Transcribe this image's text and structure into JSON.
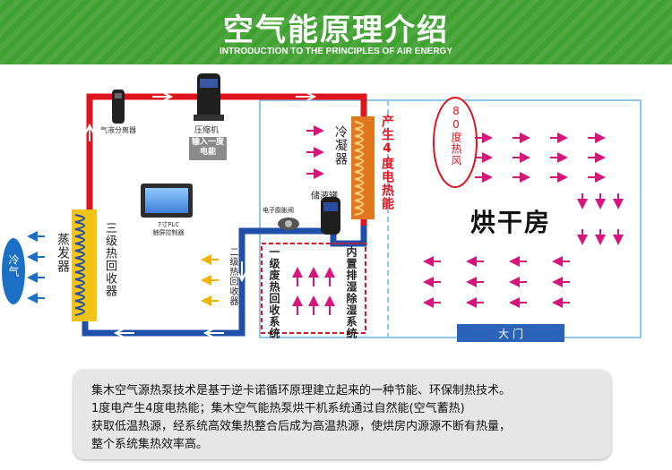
{
  "header": {
    "title": "空气能原理介绍",
    "subtitle": "INTRODUCTION TO THE PRINCIPLES OF AIR ENERGY"
  },
  "labels": {
    "separator": "气液分离器",
    "compressor": "压缩机",
    "input_energy": "输入一度电能",
    "plc": "7寸PLC\n触屏控制器",
    "condenser": "冷凝器",
    "produce_heat": "产生4度电热能",
    "reservoir": "储液罐",
    "expansion_valve": "电子膨胀阀",
    "evaporator": "蒸发器",
    "tertiary": "三级热回收器",
    "secondary": "二级热回收器",
    "cold_air": "冷气",
    "primary": "一级废热回收系统",
    "dehumid": "内置排湿除湿系统",
    "hot_air": "80度热风",
    "drying_room": "烘干房",
    "door": "大 门"
  },
  "description": {
    "lines": [
      "集木空气源热泵技术是基于逆卡诺循环原理建立起来的一种节能、环保制热技术。",
      "1度电产生4度电热能；集木空气能热泵烘干机系统通过自然能(空气蓄热)",
      "获取低温热源，经系统高效集热整合后成为高温热源，使烘房内源源不断有热量，",
      "整个系统集热效率高。"
    ]
  },
  "colors": {
    "green": "#3fa12f",
    "hot_pipe": "#e0141e",
    "cold_pipe": "#1f4fa8",
    "coil": "#e07820",
    "coil_gold": "#f2c418",
    "arrow_pink": "#d6167d",
    "arrow_yellow": "#f0b400",
    "arrow_blue": "#1b6fc4",
    "room_border": "#8ec8ea",
    "door_bg": "#2a63b8"
  }
}
